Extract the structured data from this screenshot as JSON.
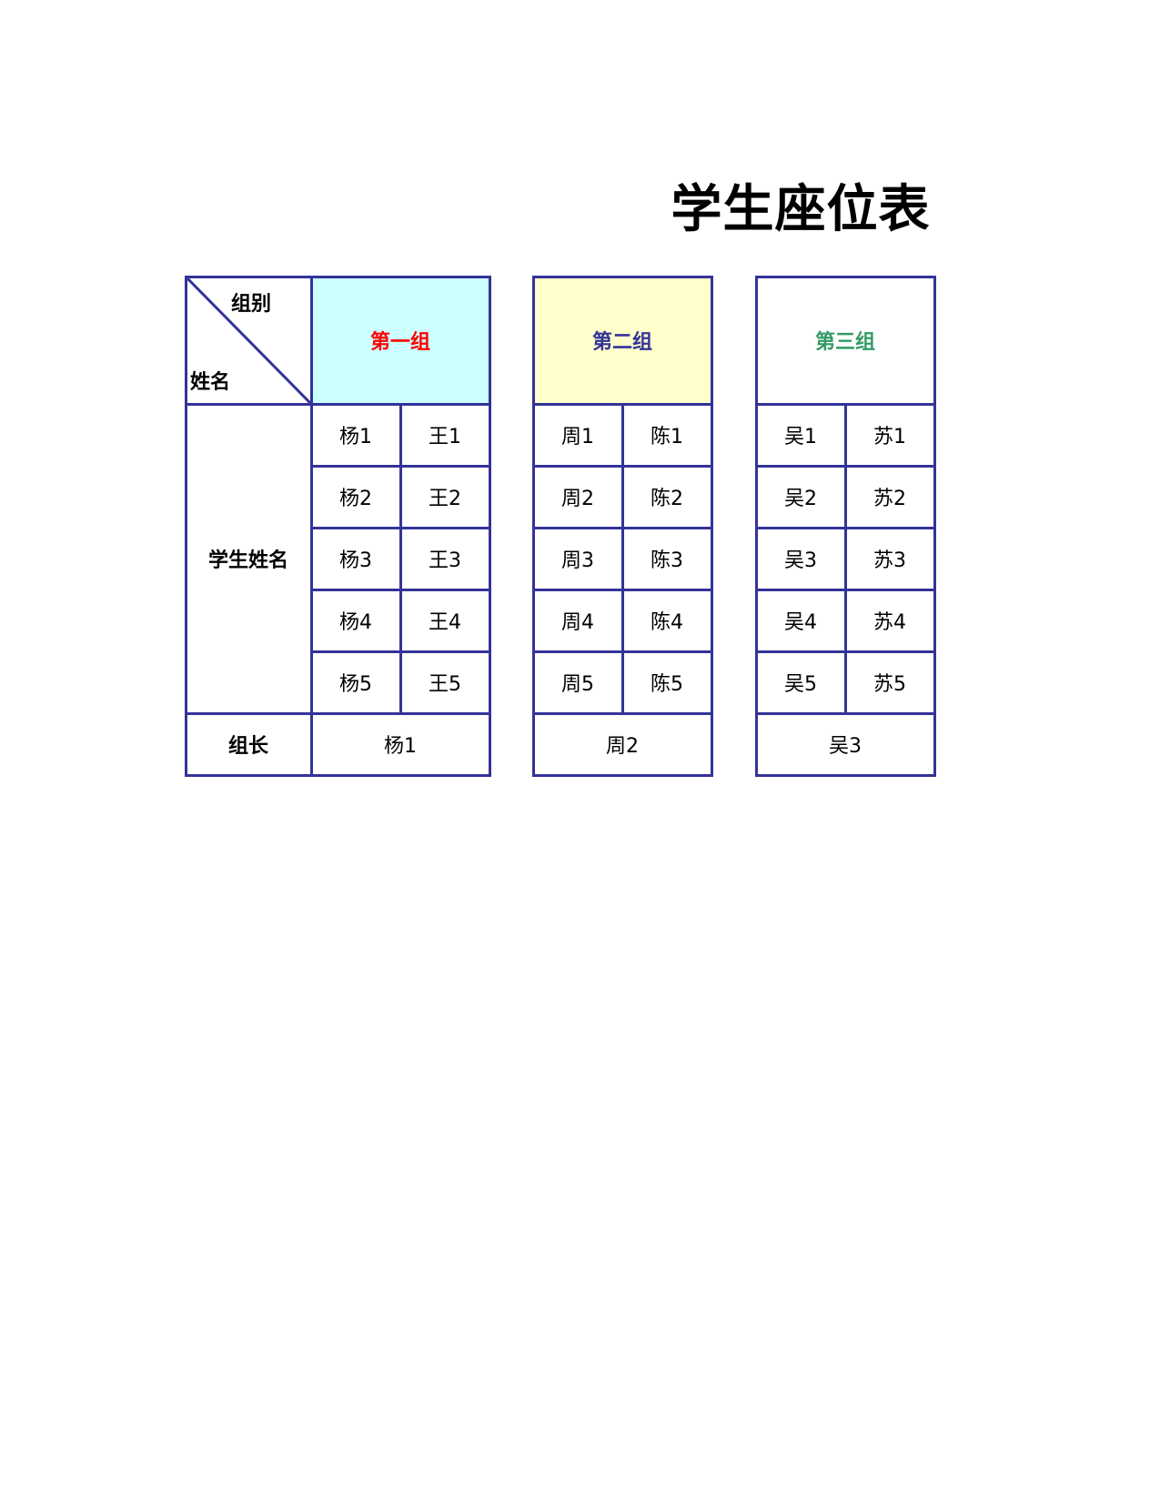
{
  "title": "学生座位表",
  "corner": {
    "top_label": "组别",
    "bottom_label": "姓名"
  },
  "row_header": "学生姓名",
  "leader_header": "组长",
  "colors": {
    "border": "#333399",
    "group1_bg": "#ccffff",
    "group1_text": "#ff0000",
    "group2_bg": "#ffffcc",
    "group2_text": "#333399",
    "group3_bg": "#ffffff",
    "group3_text": "#339966"
  },
  "groups": [
    {
      "name": "第一组",
      "seats": [
        [
          "杨1",
          "王1"
        ],
        [
          "杨2",
          "王2"
        ],
        [
          "杨3",
          "王3"
        ],
        [
          "杨4",
          "王4"
        ],
        [
          "杨5",
          "王5"
        ]
      ],
      "leader": "杨1"
    },
    {
      "name": "第二组",
      "seats": [
        [
          "周1",
          "陈1"
        ],
        [
          "周2",
          "陈2"
        ],
        [
          "周3",
          "陈3"
        ],
        [
          "周4",
          "陈4"
        ],
        [
          "周5",
          "陈5"
        ]
      ],
      "leader": "周2"
    },
    {
      "name": "第三组",
      "seats": [
        [
          "吴1",
          "苏1"
        ],
        [
          "吴2",
          "苏2"
        ],
        [
          "吴3",
          "苏3"
        ],
        [
          "吴4",
          "苏4"
        ],
        [
          "吴5",
          "苏5"
        ]
      ],
      "leader": "吴3"
    }
  ]
}
